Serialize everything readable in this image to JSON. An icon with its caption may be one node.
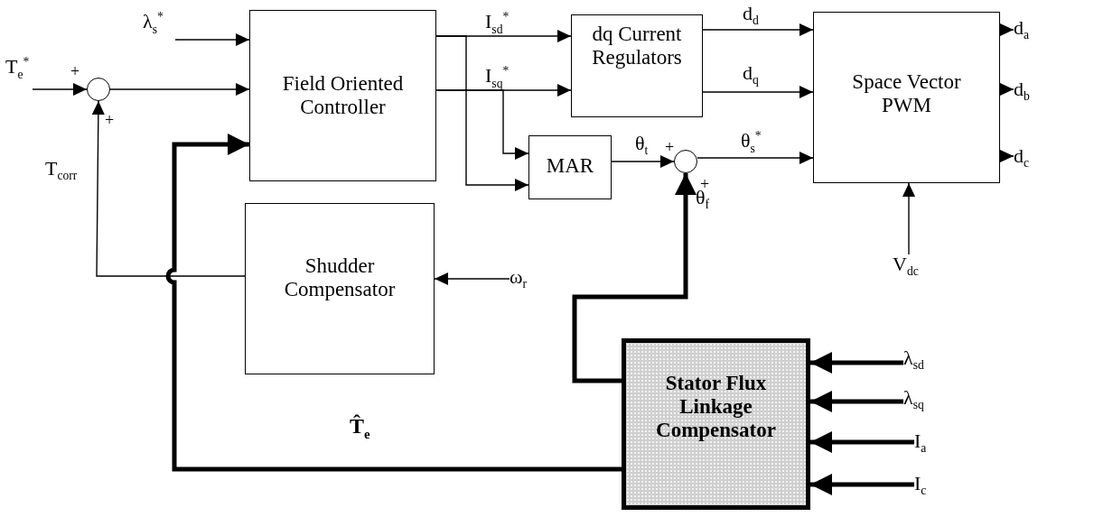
{
  "diagram": {
    "nodes": [
      {
        "text": [
          "T$_{e}$$^{*}$"
        ]
      },
      {
        "text": [],
        "shape": "circle"
      },
      {
        "text": [
          "λ$_{s}$$^{*}$"
        ]
      },
      {
        "text": [
          "Field Oriented Controller"
        ]
      },
      {
        "text": [
          "Shudder Compensator"
        ]
      },
      {
        "text": [
          "ω$_{r}$"
        ]
      },
      {
        "text": [
          "dq Current Regulators"
        ]
      },
      {
        "text": [
          "MAR"
        ]
      },
      {
        "text": [],
        "shape": "circle"
      },
      {
        "text": [
          "Space Vector PWM"
        ]
      },
      {
        "text": [
          "V$_{dc}$"
        ]
      },
      {
        "text": [
          "d$_{a}$"
        ]
      },
      {
        "text": [
          "d$_{b}$"
        ]
      },
      {
        "text": [
          "d$_{c}$"
        ]
      },
      {
        "text": [
          "Stator Flux Linkage Compensator"
        ]
      },
      {
        "text": [
          "λ$_{sd}$"
        ]
      },
      {
        "text": [
          "λ$_{sq}$"
        ]
      },
      {
        "text": [
          "I$_{a}$"
        ]
      },
      {
        "text": [
          "I$_{c}$"
        ]
      }
    ],
    "edges": [
      {
        "from": 0,
        "to": 1,
        "arrow": "to"
      },
      {
        "from": 1,
        "to": 3,
        "arrow": "to"
      },
      {
        "from": 2,
        "to": 3,
        "arrow": "to"
      },
      {
        "from": 4,
        "to": 1,
        "arrow": "to",
        "label": "T$_{corr}$"
      },
      {
        "from": 14,
        "to": 3,
        "arrow": "to",
        "style": "thick",
        "label": "T̂$_{e}$"
      },
      {
        "from": 3,
        "to": 6,
        "arrow": "to",
        "label": "I$_{sd}$$^{*}$"
      },
      {
        "from": 3,
        "to": 6,
        "arrow": "to",
        "label": "I$_{sq}$$^{*}$"
      },
      {
        "from": 3,
        "to": 7,
        "arrow": "to"
      },
      {
        "from": 3,
        "to": 7,
        "arrow": "to"
      },
      {
        "from": 7,
        "to": 8,
        "arrow": "to",
        "label": "θ$_{t}$"
      },
      {
        "from": 14,
        "to": 8,
        "arrow": "to",
        "style": "thick",
        "label": "θ$_{f}$"
      },
      {
        "from": 8,
        "to": 9,
        "arrow": "to",
        "label": "θ$_{s}$$^{*}$"
      },
      {
        "from": 6,
        "to": 9,
        "arrow": "to",
        "label": "d$_{d}$"
      },
      {
        "from": 6,
        "to": 9,
        "arrow": "to",
        "label": "d$_{q}$"
      },
      {
        "from": 10,
        "to": 9,
        "arrow": "to"
      },
      {
        "from": 9,
        "to": 11,
        "arrow": "to"
      },
      {
        "from": 9,
        "to": 12,
        "arrow": "to"
      },
      {
        "from": 9,
        "to": 13,
        "arrow": "to"
      },
      {
        "from": 5,
        "to": 4,
        "arrow": "to"
      },
      {
        "from": 15,
        "to": 14,
        "arrow": "to",
        "style": "thick"
      },
      {
        "from": 16,
        "to": 14,
        "arrow": "to",
        "style": "thick"
      },
      {
        "from": 17,
        "to": 14,
        "arrow": "to",
        "style": "thick"
      },
      {
        "from": 18,
        "to": 14,
        "arrow": "to",
        "style": "thick"
      }
    ],
    "labels": [
      "+",
      "+",
      "+",
      "+"
    ]
  }
}
